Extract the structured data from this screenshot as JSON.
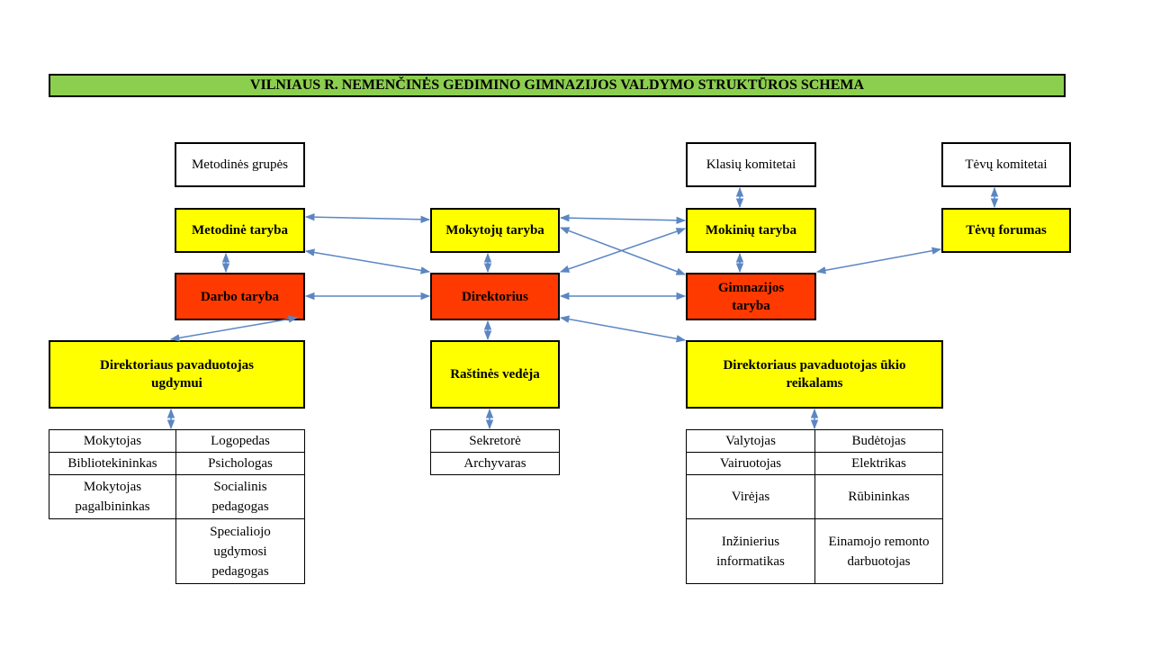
{
  "title": "VILNIAUS R. NEMENČINĖS GEDIMINO GIMNAZIJOS VALDYMO STRUKTŪROS SCHEMA",
  "nodes": {
    "metodines_grupes": "Metodinės grupės",
    "klasiu_komitetai": "Klasių komitetai",
    "tevu_komitetai": "Tėvų komitetai",
    "metodine_taryba": "Metodinė taryba",
    "mokytoju_taryba": "Mokytojų taryba",
    "mokiniu_taryba": "Mokinių taryba",
    "tevu_forumas": "Tėvų forumas",
    "darbo_taryba": "Darbo taryba",
    "direktorius": "Direktorius",
    "gimnazijos_taryba": "Gimnazijos taryba",
    "pav_ugdymui": "Direktoriaus pavaduotojas ugdymui",
    "rastines_vedeja": "Raštinės vedėja",
    "pav_ukio": "Direktoriaus pavaduotojas ūkio reikalams"
  },
  "staff_ugdymui": {
    "mokytojas": "Mokytojas",
    "logopedas": "Logopedas",
    "bibliotekininkas": "Bibliotekininkas",
    "psichologas": "Psichologas",
    "mokytojas_pagalbininkas": "Mokytojas pagalbininkas",
    "socialinis_pedagogas": "Socialinis pedagogas",
    "specialiojo_pedagogas": "Specialiojo ugdymosi pedagogas"
  },
  "staff_rastine": {
    "sekretore": "Sekretorė",
    "archyvaras": "Archyvaras"
  },
  "staff_ukio": {
    "valytojas": "Valytojas",
    "budetojas": "Budėtojas",
    "vairuotojas": "Vairuotojas",
    "elektrikas": "Elektrikas",
    "virejas": "Virėjas",
    "rubininkas": "Rūbininkas",
    "inzinierius": "Inžinierius informatikas",
    "remonto_darbuotojas": "Einamojo remonto darbuotojas"
  },
  "colors": {
    "title_bg": "#8ccf4f",
    "yellow": "#ffff00",
    "red": "#ff3a00",
    "arrow": "#5b86c4"
  }
}
